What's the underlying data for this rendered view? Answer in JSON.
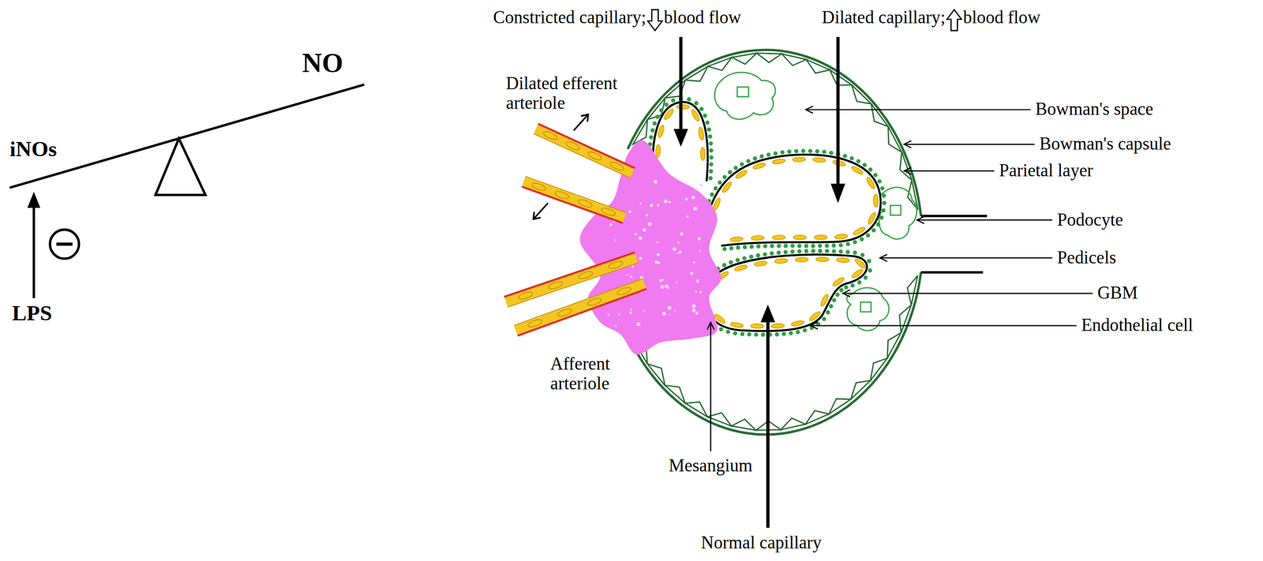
{
  "diagram": {
    "labels": [
      "NO",
      "iNOs",
      "LPS",
      "Constricted capillary;",
      "blood flow",
      "Dilated capillary;",
      "blood flow",
      "Dilated efferent arteriole",
      "Bowman's space",
      "Bowman's capsule",
      "Parietal layer",
      "Podocyte",
      "Pedicels",
      "GBM",
      "Afferent arteriole",
      "Endothelial cell",
      "Mesangium",
      "Normal capillary"
    ]
  }
}
